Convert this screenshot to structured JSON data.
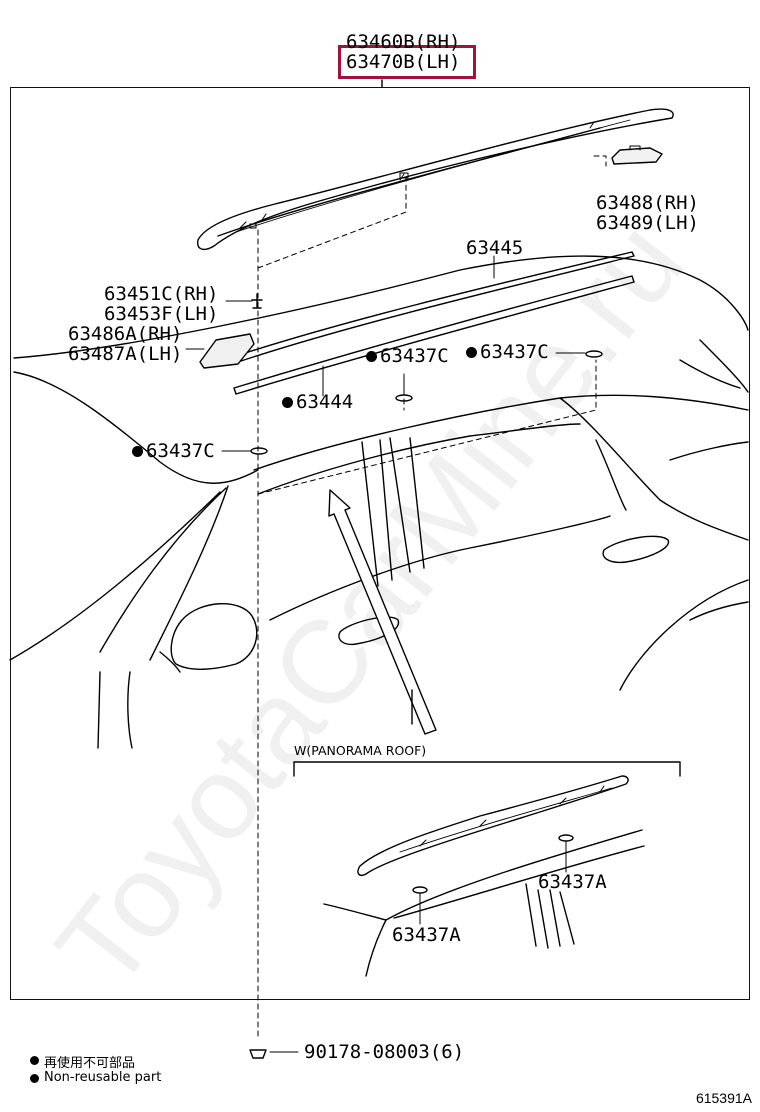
{
  "part_labels": {
    "main_rh": "63460B(RH)",
    "main_lh": "63470B(LH)",
    "p63488": "63488(RH)",
    "p63489": "63489(LH)",
    "p63445": "63445",
    "p63451c": "63451C(RH)",
    "p63453f": "63453F(LH)",
    "p63486a": "63486A(RH)",
    "p63487a": "63487A(LH)",
    "p63437c_a": "63437C",
    "p63437c_b": "63437C",
    "p63444": "63444",
    "p63437c_c": "63437C",
    "p63437a_1": "63437A",
    "p63437a_2": "63437A",
    "p90178": "90178-08003(6)"
  },
  "subview_title": "W(PANORAMA ROOF)",
  "legend": {
    "line1": "再使用不可部品",
    "line2": "Non-reusable part"
  },
  "diagram_code": "615391A",
  "watermark": "ToyotaCarMine.ru"
}
